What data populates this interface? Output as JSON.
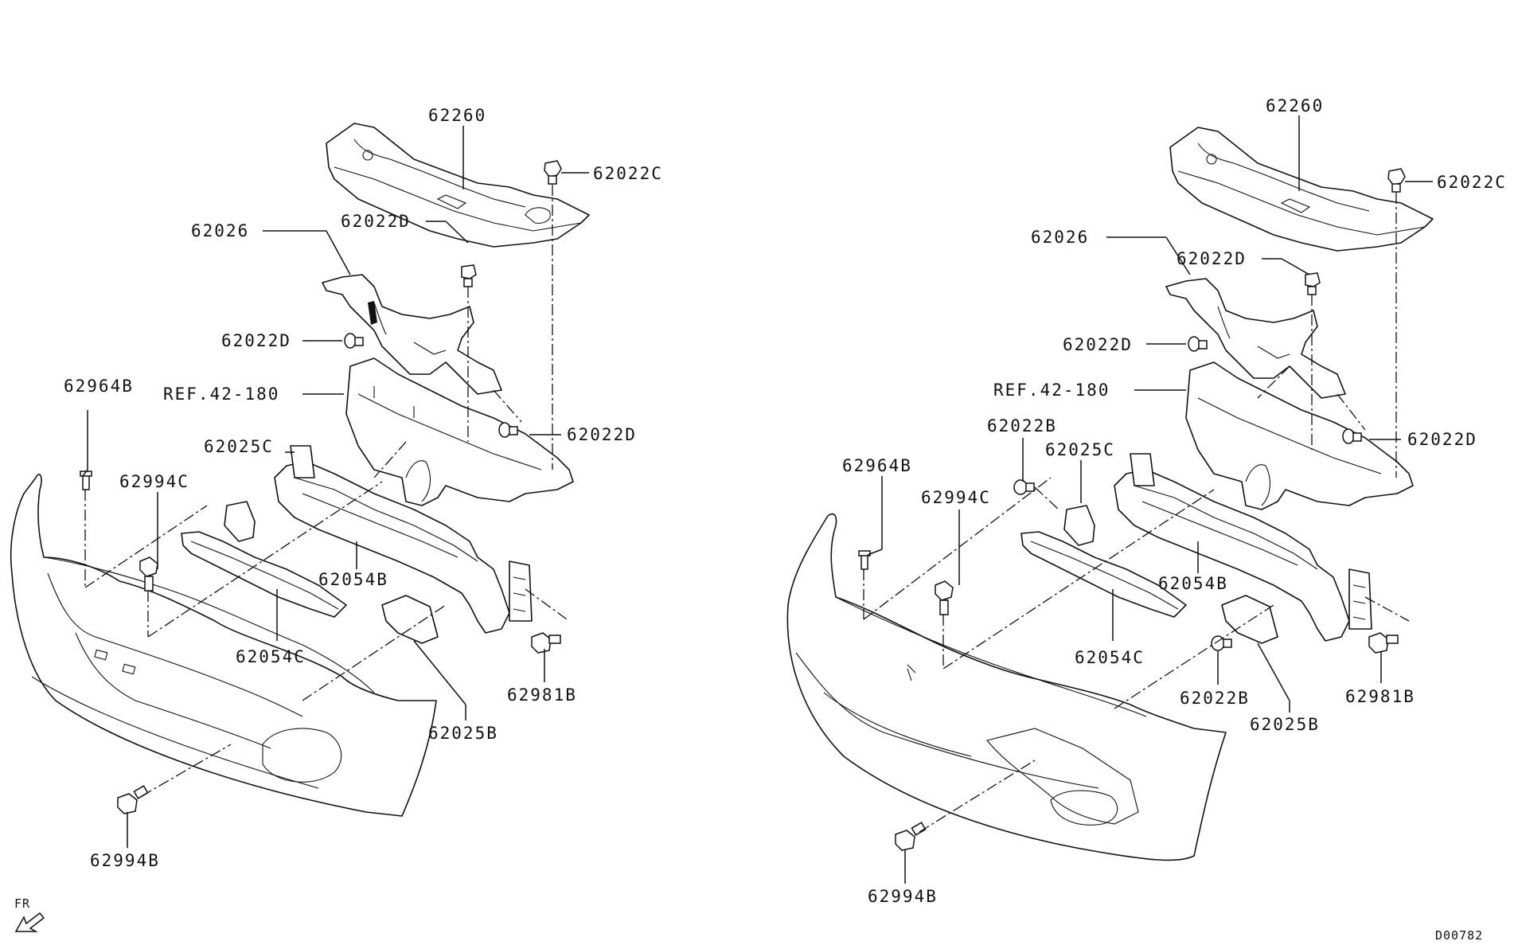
{
  "diagram": {
    "left": {
      "labels": {
        "p62260": "62260",
        "p62022C": "62022C",
        "p62022D_a": "62022D",
        "p62026": "62026",
        "p62022D_b": "62022D",
        "ref": "REF.42-180",
        "p62022D_c": "62022D",
        "p62964B": "62964B",
        "p62025C": "62025C",
        "p62994C": "62994C",
        "p62054B": "62054B",
        "p62054C": "62054C",
        "p62981B": "62981B",
        "p62025B": "62025B",
        "p62994B": "62994B"
      }
    },
    "right": {
      "labels": {
        "p62260": "62260",
        "p62022C": "62022C",
        "p62026": "62026",
        "p62022D_a": "62022D",
        "p62022D_b": "62022D",
        "ref": "REF.42-180",
        "p62022D_c": "62022D",
        "p62022B_a": "62022B",
        "p62025C": "62025C",
        "p62964B": "62964B",
        "p62994C": "62994C",
        "p62054B": "62054B",
        "p62054C": "62054C",
        "p62981B": "62981B",
        "p62022B_b": "62022B",
        "p62025B": "62025B",
        "p62994B": "62994B"
      }
    },
    "direction_label": "FR",
    "diagram_code": "D00782"
  }
}
